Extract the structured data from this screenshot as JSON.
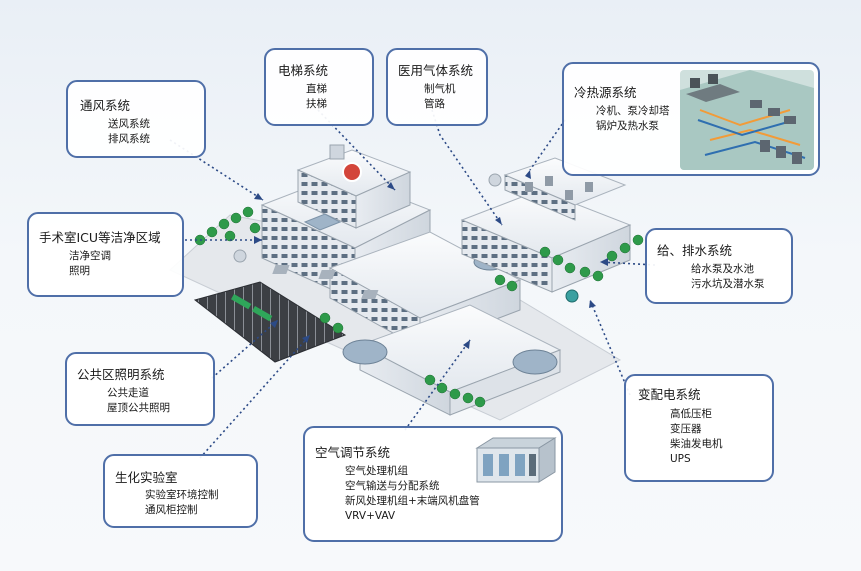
{
  "systems": {
    "ventilation": {
      "title": "通风系统",
      "items": [
        "送风系统",
        "排风系统"
      ]
    },
    "elevator": {
      "title": "电梯系统",
      "items": [
        "直梯",
        "扶梯"
      ]
    },
    "medical_gas": {
      "title": "医用气体系统",
      "items": [
        "制气机",
        "管路"
      ]
    },
    "cooling_heating": {
      "title": "冷热源系统",
      "items": [
        "冷机、泵冷却塔",
        "锅炉及热水泵"
      ]
    },
    "clean_area": {
      "title": "手术室ICU等洁净区域",
      "items": [
        "洁净空调",
        "照明"
      ]
    },
    "water": {
      "title": "给、排水系统",
      "items": [
        "给水泵及水池",
        "污水坑及潜水泵"
      ]
    },
    "public_lighting": {
      "title": "公共区照明系统",
      "items": [
        "公共走道",
        "屋顶公共照明"
      ]
    },
    "power": {
      "title": "变配电系统",
      "items": [
        "高低压柜",
        "变压器",
        "柴油发电机",
        "UPS"
      ]
    },
    "air_conditioning": {
      "title": "空气调节系统",
      "items": [
        "空气处理机组",
        "空气输送与分配系统",
        "新风处理机组+末端风机盘管",
        "VRV+VAV"
      ]
    },
    "bio_lab": {
      "title": "生化实验室",
      "items": [
        "实验室环境控制",
        "通风柜控制"
      ]
    }
  },
  "colors": {
    "border": "#4f6fa8",
    "leader": "#2c4a86",
    "building": "#f2f4f7",
    "glass": "#9fb4c8",
    "tree": "#2e9a4a"
  }
}
